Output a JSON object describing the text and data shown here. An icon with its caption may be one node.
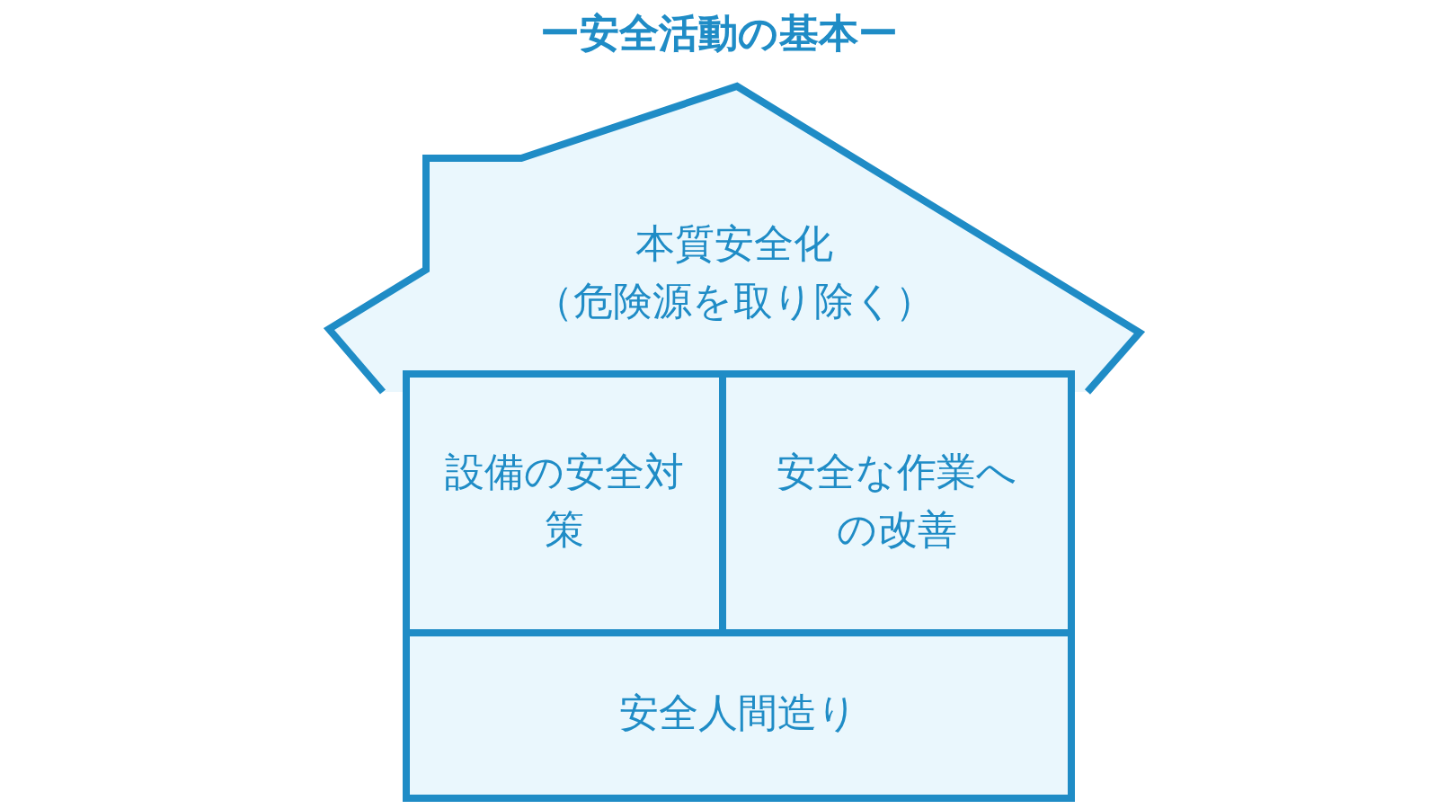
{
  "diagram": {
    "title": "ー安全活動の基本ー",
    "nodes": [
      {
        "text": [
          "本質安全化",
          "（危険源を取り除く）"
        ]
      },
      {
        "text": [
          "設備の安全対策"
        ]
      },
      {
        "text": [
          "安全な作業への改善"
        ]
      },
      {
        "text": [
          "安全人間造り"
        ]
      }
    ],
    "edges": []
  }
}
